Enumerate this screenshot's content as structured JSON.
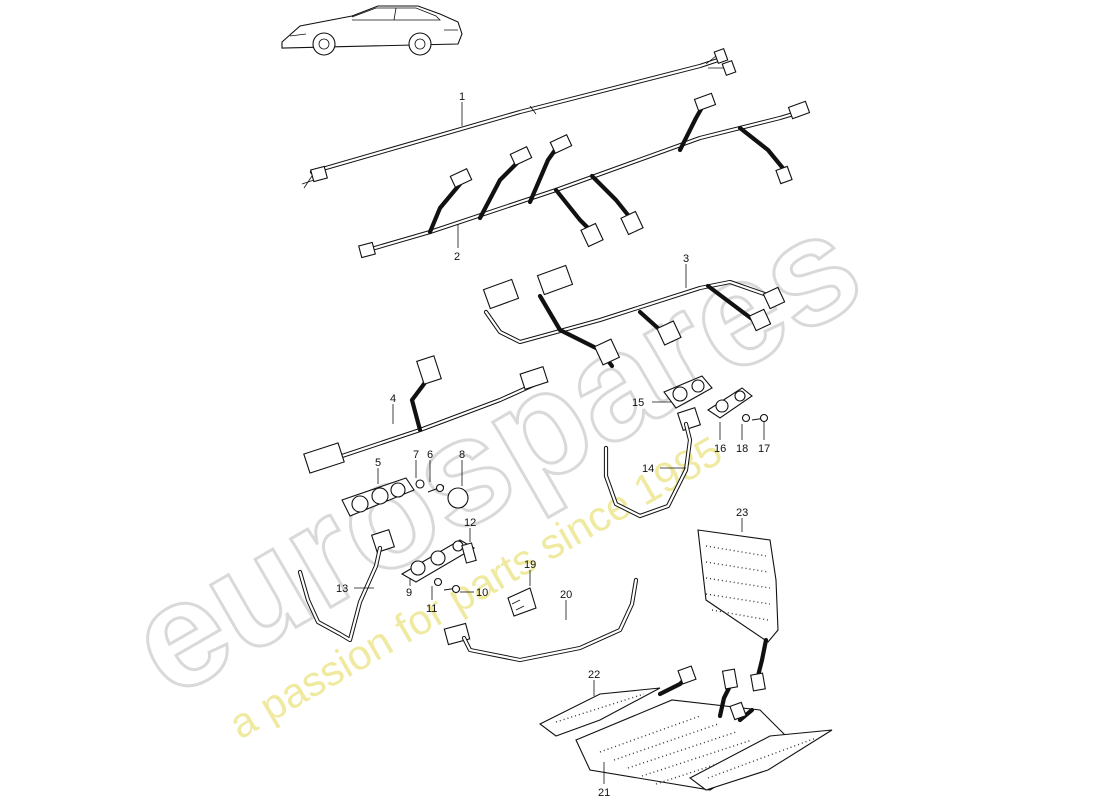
{
  "watermark": {
    "brand": "eurospares",
    "tagline": "a passion for parts since 1985"
  },
  "callouts": {
    "c1": "1",
    "c2": "2",
    "c3": "3",
    "c4": "4",
    "c5": "5",
    "c6": "6",
    "c7": "7",
    "c8": "8",
    "c9": "9",
    "c10": "10",
    "c11": "11",
    "c12": "12",
    "c13": "13",
    "c14": "14",
    "c15": "15",
    "c16": "16",
    "c17": "17",
    "c18": "18",
    "c19": "19",
    "c20": "20",
    "c21": "21",
    "c22": "22",
    "c23": "23"
  },
  "icons": {
    "vehicle": "car-silhouette-icon",
    "harness": "wiring-harness-icon",
    "switch": "switch-panel-icon",
    "relay": "relay-icon",
    "heating_element": "seat-heating-pad-icon"
  }
}
